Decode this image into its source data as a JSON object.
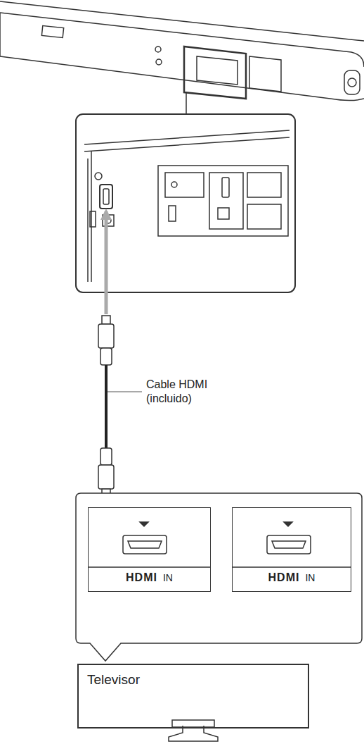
{
  "diagram": {
    "nodes": [
      {
        "text": [
          "HDMI",
          "IN"
        ]
      },
      {
        "text": [
          "HDMI",
          "IN"
        ]
      },
      {
        "text": [
          "Televisor"
        ]
      }
    ],
    "labels": [
      "Cable HDMI (incluido)"
    ]
  }
}
